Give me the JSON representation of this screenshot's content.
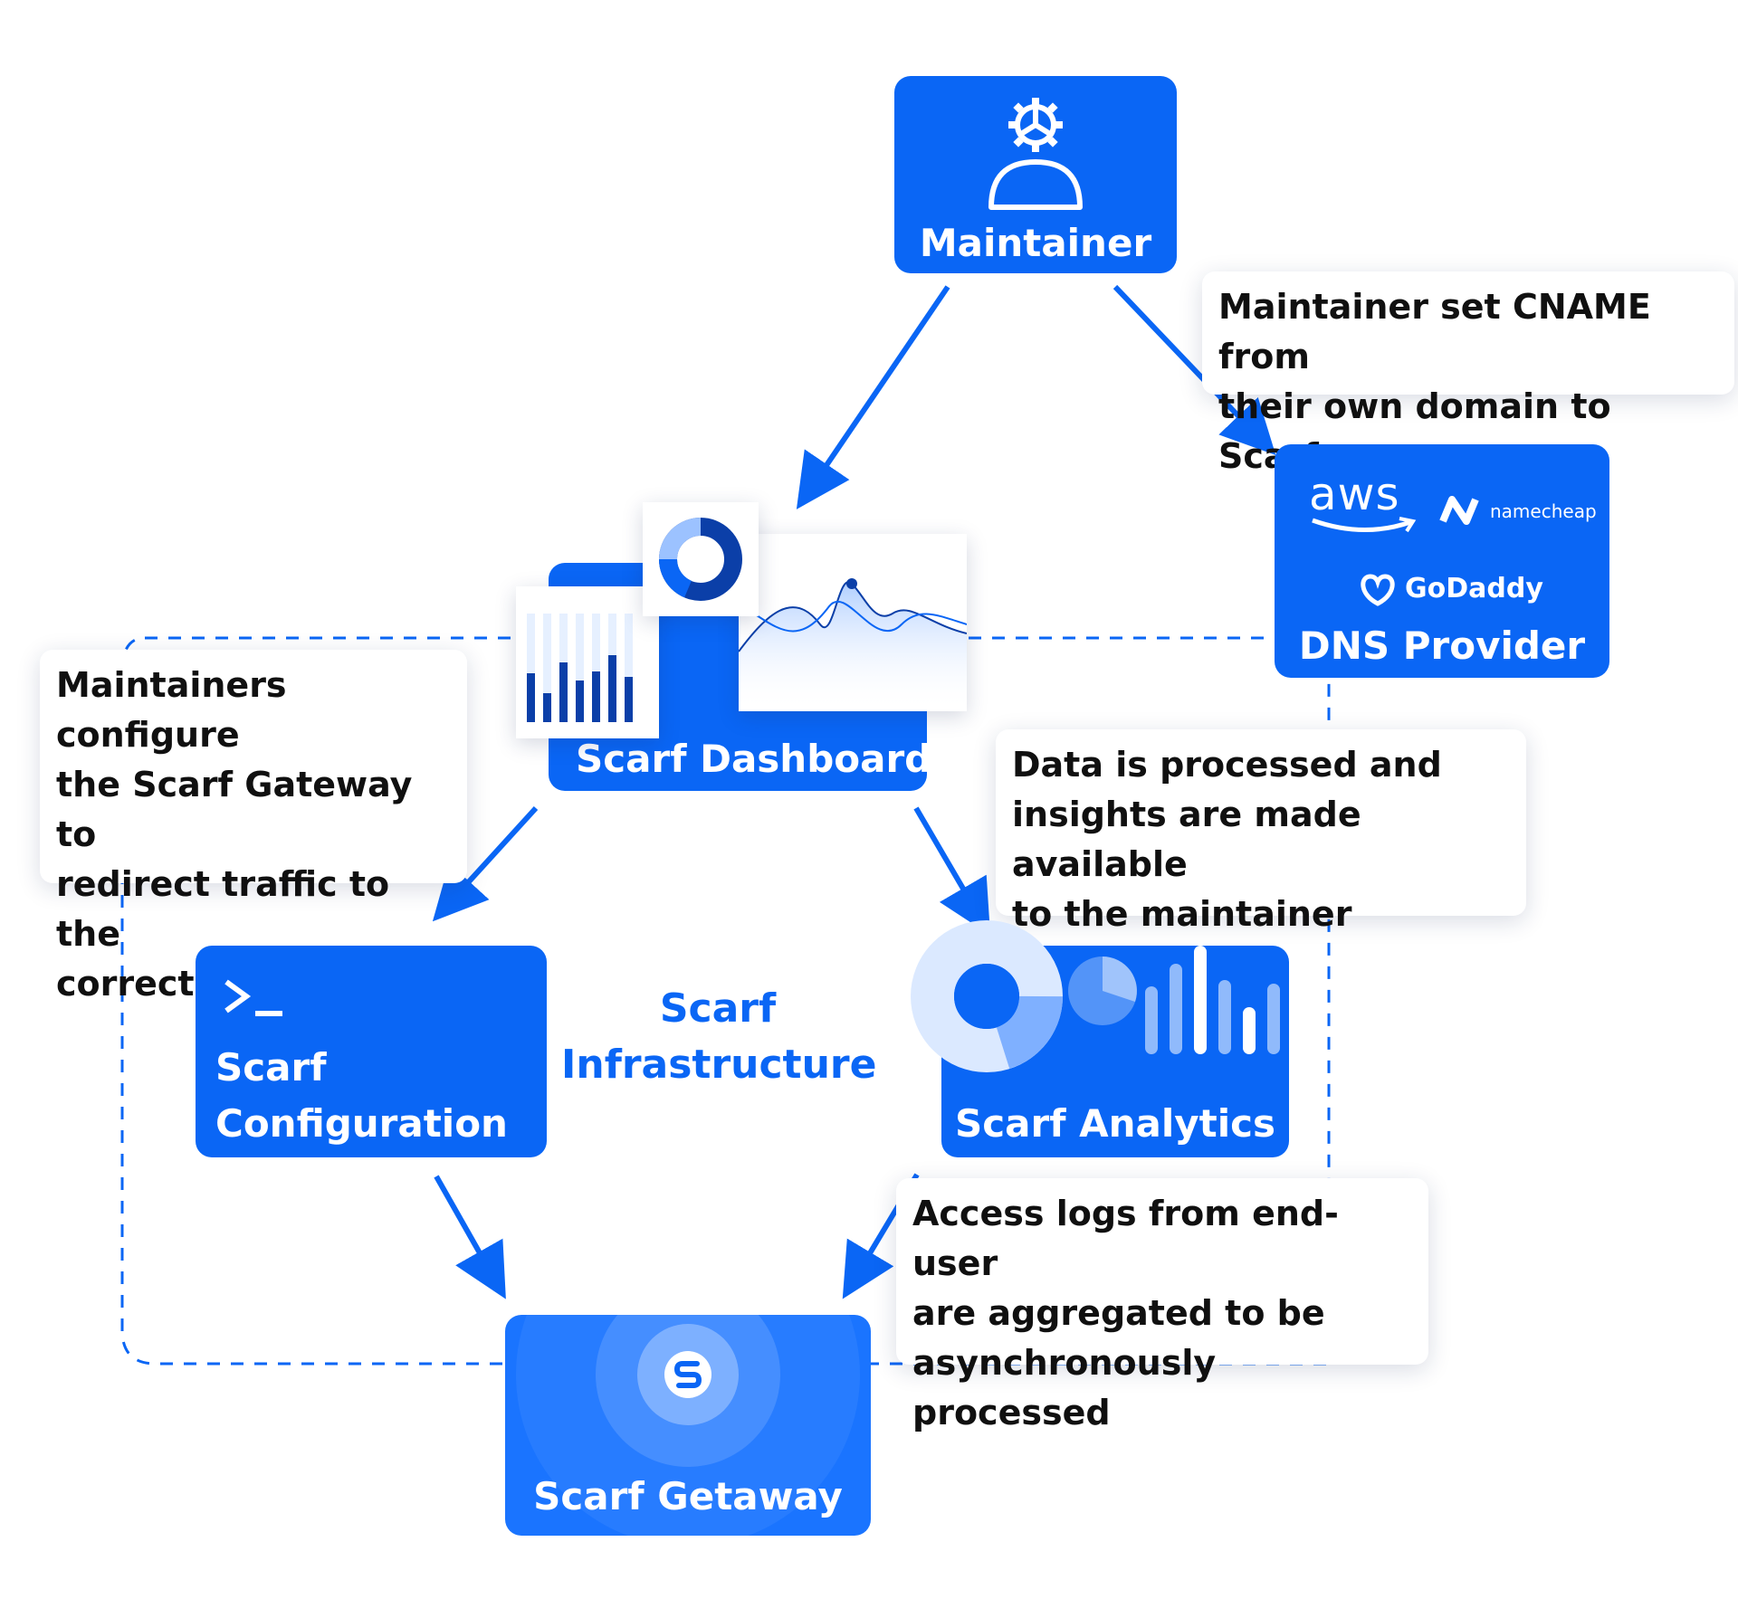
{
  "nodes": {
    "maintainer": "Maintainer",
    "dashboard": "Scarf Dashboard",
    "dns": "DNS Provider",
    "configuration": "Scarf\nConfiguration",
    "analytics": "Scarf Analytics",
    "gateway": "Scarf Getaway"
  },
  "infrastructure_label": "Scarf\nInfrastructure",
  "callouts": {
    "cname": "Maintainer set CNAME from\ntheir own domain to Scarf",
    "configure": "Maintainers configure\nthe Scarf Gateway to\nredirect traffic to the\ncorrect registry",
    "processed": "Data is processed and\ninsights are made available\nto the maintainer",
    "access_logs": "Access logs  from end-user\nare  aggregated to be\nasynchronously processed"
  },
  "dns_logos": {
    "aws": "aws",
    "namecheap": "namecheap",
    "godaddy": "GoDaddy"
  },
  "icons": [
    "gear-icon",
    "person-icon",
    "terminal-icon",
    "scarf-logo-icon",
    "donut-chart-icon",
    "bar-chart-icon",
    "line-chart-icon"
  ],
  "colors": {
    "primary": "#0a66f5",
    "dark": "#0b3fa8",
    "light": "#cfe3ff",
    "text": "#101010"
  }
}
